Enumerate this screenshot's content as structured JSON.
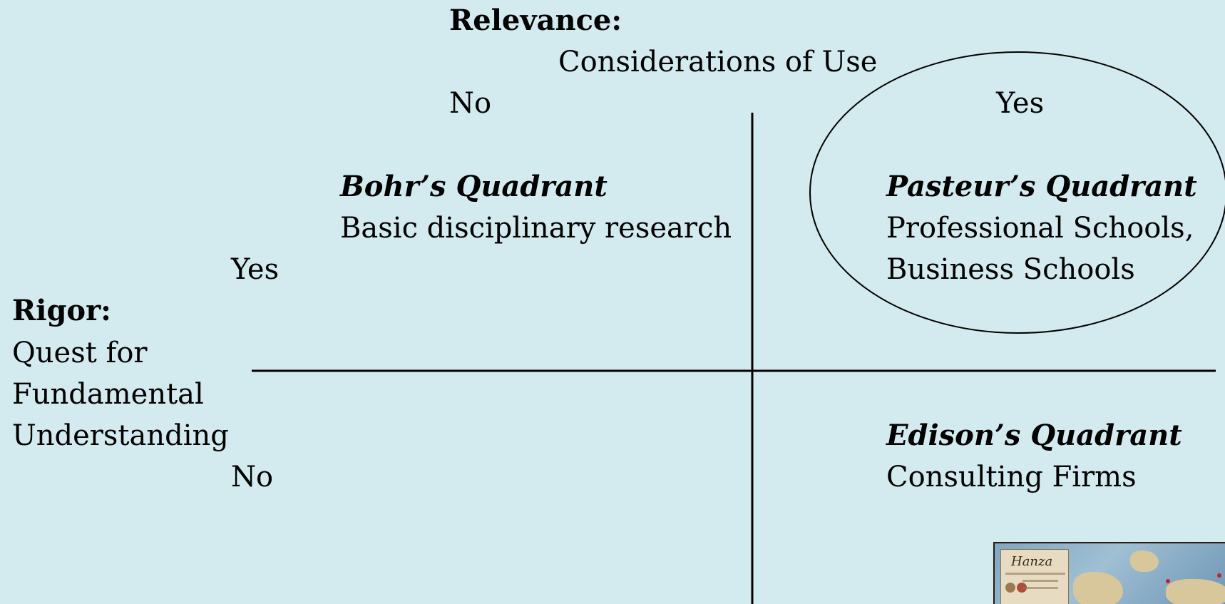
{
  "relevance": {
    "label": "Relevance:",
    "subtitle": "Considerations of Use",
    "no": "No",
    "yes": "Yes"
  },
  "rigor": {
    "label": "Rigor:",
    "line1": "Quest for",
    "line2": "Fundamental",
    "line3": "Understanding",
    "yes": "Yes",
    "no": "No"
  },
  "quadrants": {
    "bohr": {
      "title": "Bohr’s Quadrant",
      "desc": "Basic disciplinary research"
    },
    "pasteur": {
      "title": "Pasteur’s Quadrant",
      "desc1": "Professional Schools,",
      "desc2": "Business Schools"
    },
    "edison": {
      "title": "Edison’s Quadrant",
      "desc": "Consulting Firms"
    }
  },
  "map_image": {
    "title": "Hanza"
  }
}
